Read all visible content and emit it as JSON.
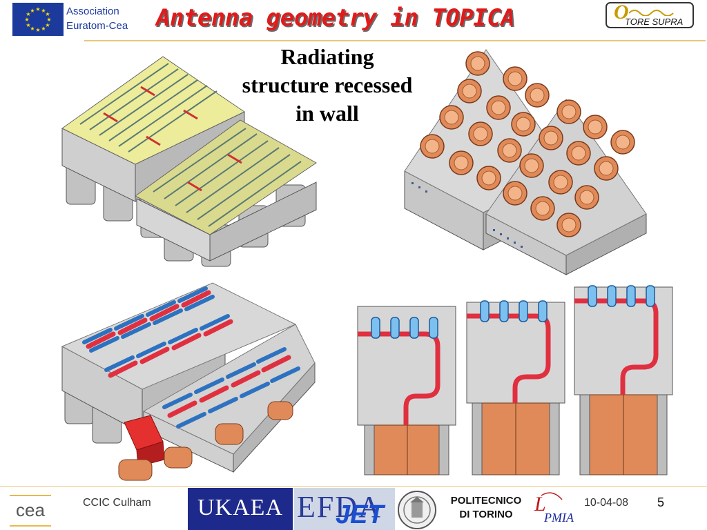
{
  "header": {
    "association_line1": "Association",
    "association_line2": "Euratom-Cea",
    "title": "Antenna geometry in TOPICA",
    "tore_supra": "TORE SUPRA"
  },
  "main": {
    "subtitle_line1": "Radiating",
    "subtitle_line2": "structure recessed",
    "subtitle_line3": "in wall"
  },
  "footer": {
    "event": "CCIC Culham",
    "ukaea": "UKAEA",
    "efda": "EFDA",
    "jet": "JET",
    "polito_line1": "POLITECNICO",
    "polito_line2": "DI TORINO",
    "date": "10-04-08",
    "page": "5"
  },
  "colors": {
    "title_red": "#e21a1a",
    "eu_blue": "#1b3a9c",
    "rule_gold": "#e8c77a",
    "copper": "#e08a5a",
    "conductor_red": "#e03040",
    "strap_blue": "#3a8ad0"
  }
}
